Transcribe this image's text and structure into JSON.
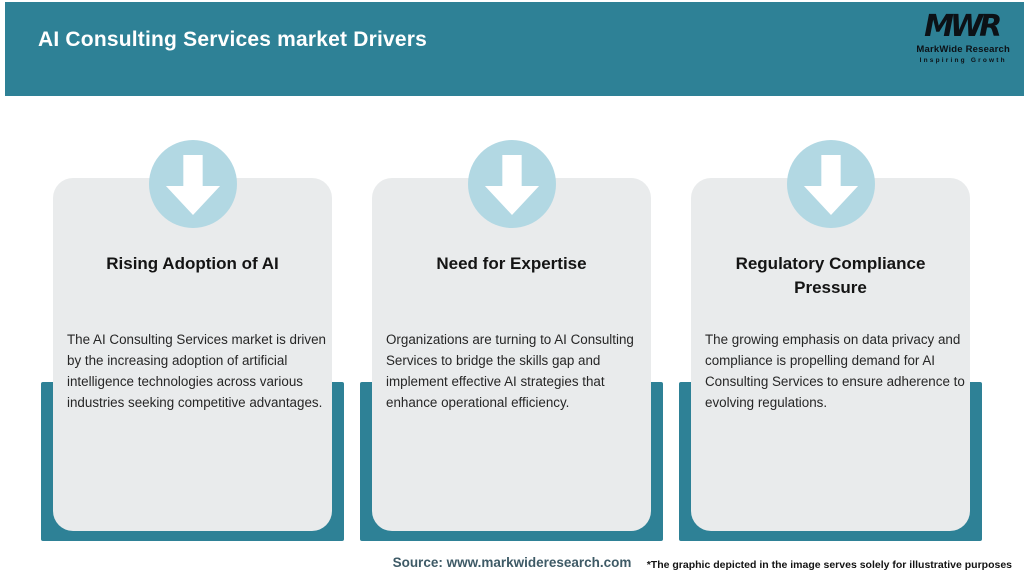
{
  "header": {
    "title": "AI Consulting Services market Drivers",
    "bg_color": "#2e8196",
    "text_color": "#ffffff",
    "logo": {
      "acronym": "MWR",
      "name": "MarkWide Research",
      "tagline": "Inspiring Growth"
    }
  },
  "cards": [
    {
      "icon": "arrow-down-icon",
      "title": "Rising Adoption of AI",
      "description": "The AI Consulting Services market is driven by the increasing adoption of artificial intelligence technologies across various industries seeking competitive advantages."
    },
    {
      "icon": "arrow-down-icon",
      "title": "Need for Expertise",
      "description": "Organizations are turning to AI Consulting Services to bridge the skills gap and implement effective AI strategies that enhance operational efficiency."
    },
    {
      "icon": "arrow-down-icon",
      "title": "Regulatory Compliance Pressure",
      "description": "The growing emphasis on data privacy and compliance is propelling demand for AI Consulting Services to ensure adherence to evolving regulations."
    }
  ],
  "footer": {
    "source": "Source: www.markwideresearch.com",
    "disclaimer": "*The graphic depicted in the image serves solely for illustrative purposes"
  },
  "colors": {
    "teal": "#2e8196",
    "circle_blue": "#b2d8e3",
    "card_gray": "#e9ebec",
    "source_text": "#3e5a66",
    "body_text": "#262626"
  }
}
